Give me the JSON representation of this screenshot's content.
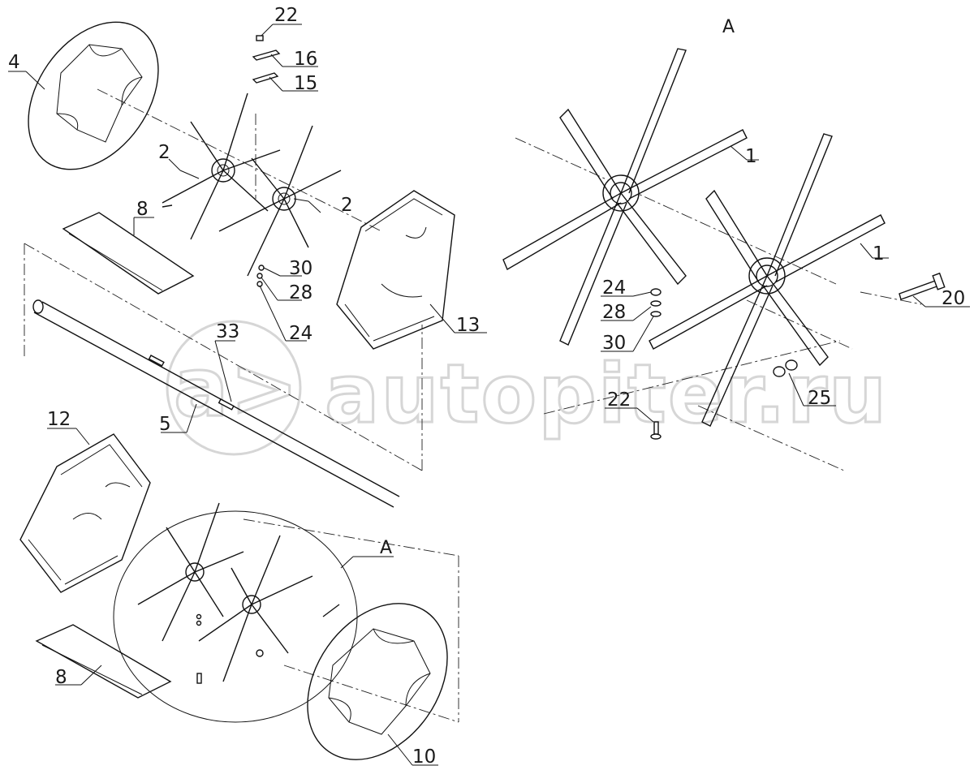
{
  "view_label": "A",
  "detail_label": "A",
  "watermark": "autopiter.ru",
  "callouts": {
    "c22a": "22",
    "c16": "16",
    "c15": "15",
    "c4": "4",
    "c2a": "2",
    "c2b": "2",
    "c8a": "8",
    "c30a": "30",
    "c28a": "28",
    "c24a": "24",
    "c13": "13",
    "c33": "33",
    "c5": "5",
    "c12": "12",
    "c8b": "8",
    "c10": "10",
    "c1a": "1",
    "c1b": "1",
    "c20": "20",
    "c24b": "24",
    "c28b": "28",
    "c30b": "30",
    "c22b": "22",
    "c25": "25"
  },
  "colors": {
    "line": "#111111",
    "watermark_outline": "#d6d6d6"
  }
}
